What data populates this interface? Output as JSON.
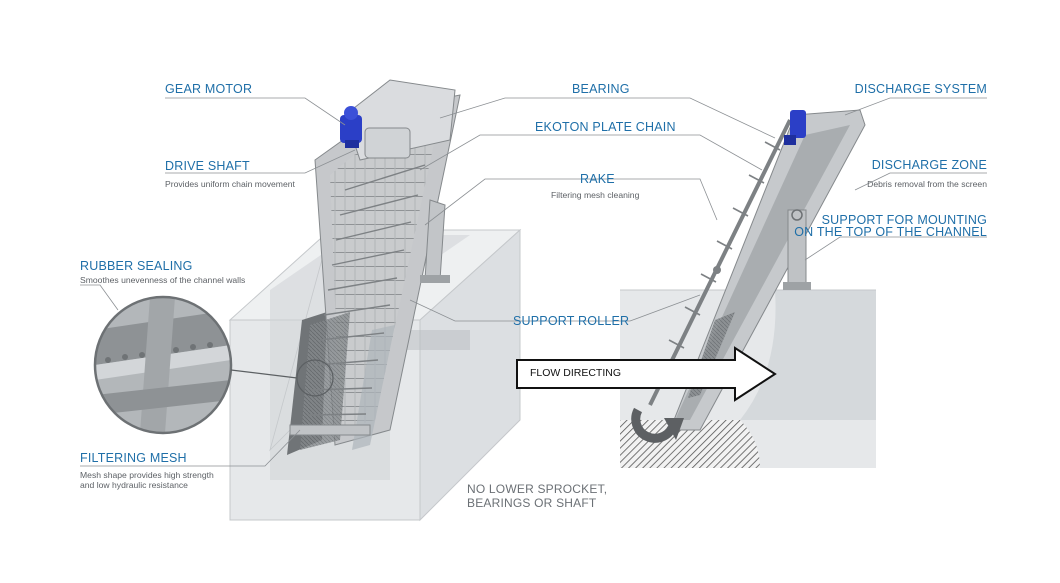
{
  "labels": {
    "gear_motor": "GEAR MOTOR",
    "drive_shaft": "DRIVE SHAFT",
    "drive_shaft_desc": "Provides uniform chain movement",
    "rubber_sealing": "RUBBER SEALING",
    "rubber_sealing_desc": "Smoothes unevenness of the channel walls",
    "filtering_mesh": "FILTERING MESH",
    "filtering_mesh_desc_1": "Mesh shape provides high strength",
    "filtering_mesh_desc_2": "and low hydraulic resistance",
    "bearing": "BEARING",
    "plate_chain": "EKOTON PLATE CHAIN",
    "rake": "RAKE",
    "rake_desc": "Filtering mesh cleaning",
    "support_roller": "SUPPORT ROLLER",
    "no_lower_1": "NO LOWER SPROCKET,",
    "no_lower_2": "BEARINGS OR SHAFT",
    "discharge_system": "DISCHARGE SYSTEM",
    "discharge_zone": "DISCHARGE ZONE",
    "discharge_zone_desc": "Debris removal from the screen",
    "support_mounting_1": "SUPPORT FOR MOUNTING",
    "support_mounting_2": "ON THE TOP OF THE CHANNEL",
    "flow_directing": "FLOW DIRECTING"
  },
  "colors": {
    "label_blue": "#1f6fa8",
    "motor_blue": "#2b3fc7",
    "concrete": "#e3e5e7",
    "steel": "#b9bcbf",
    "leader_line": "#8c9094"
  }
}
